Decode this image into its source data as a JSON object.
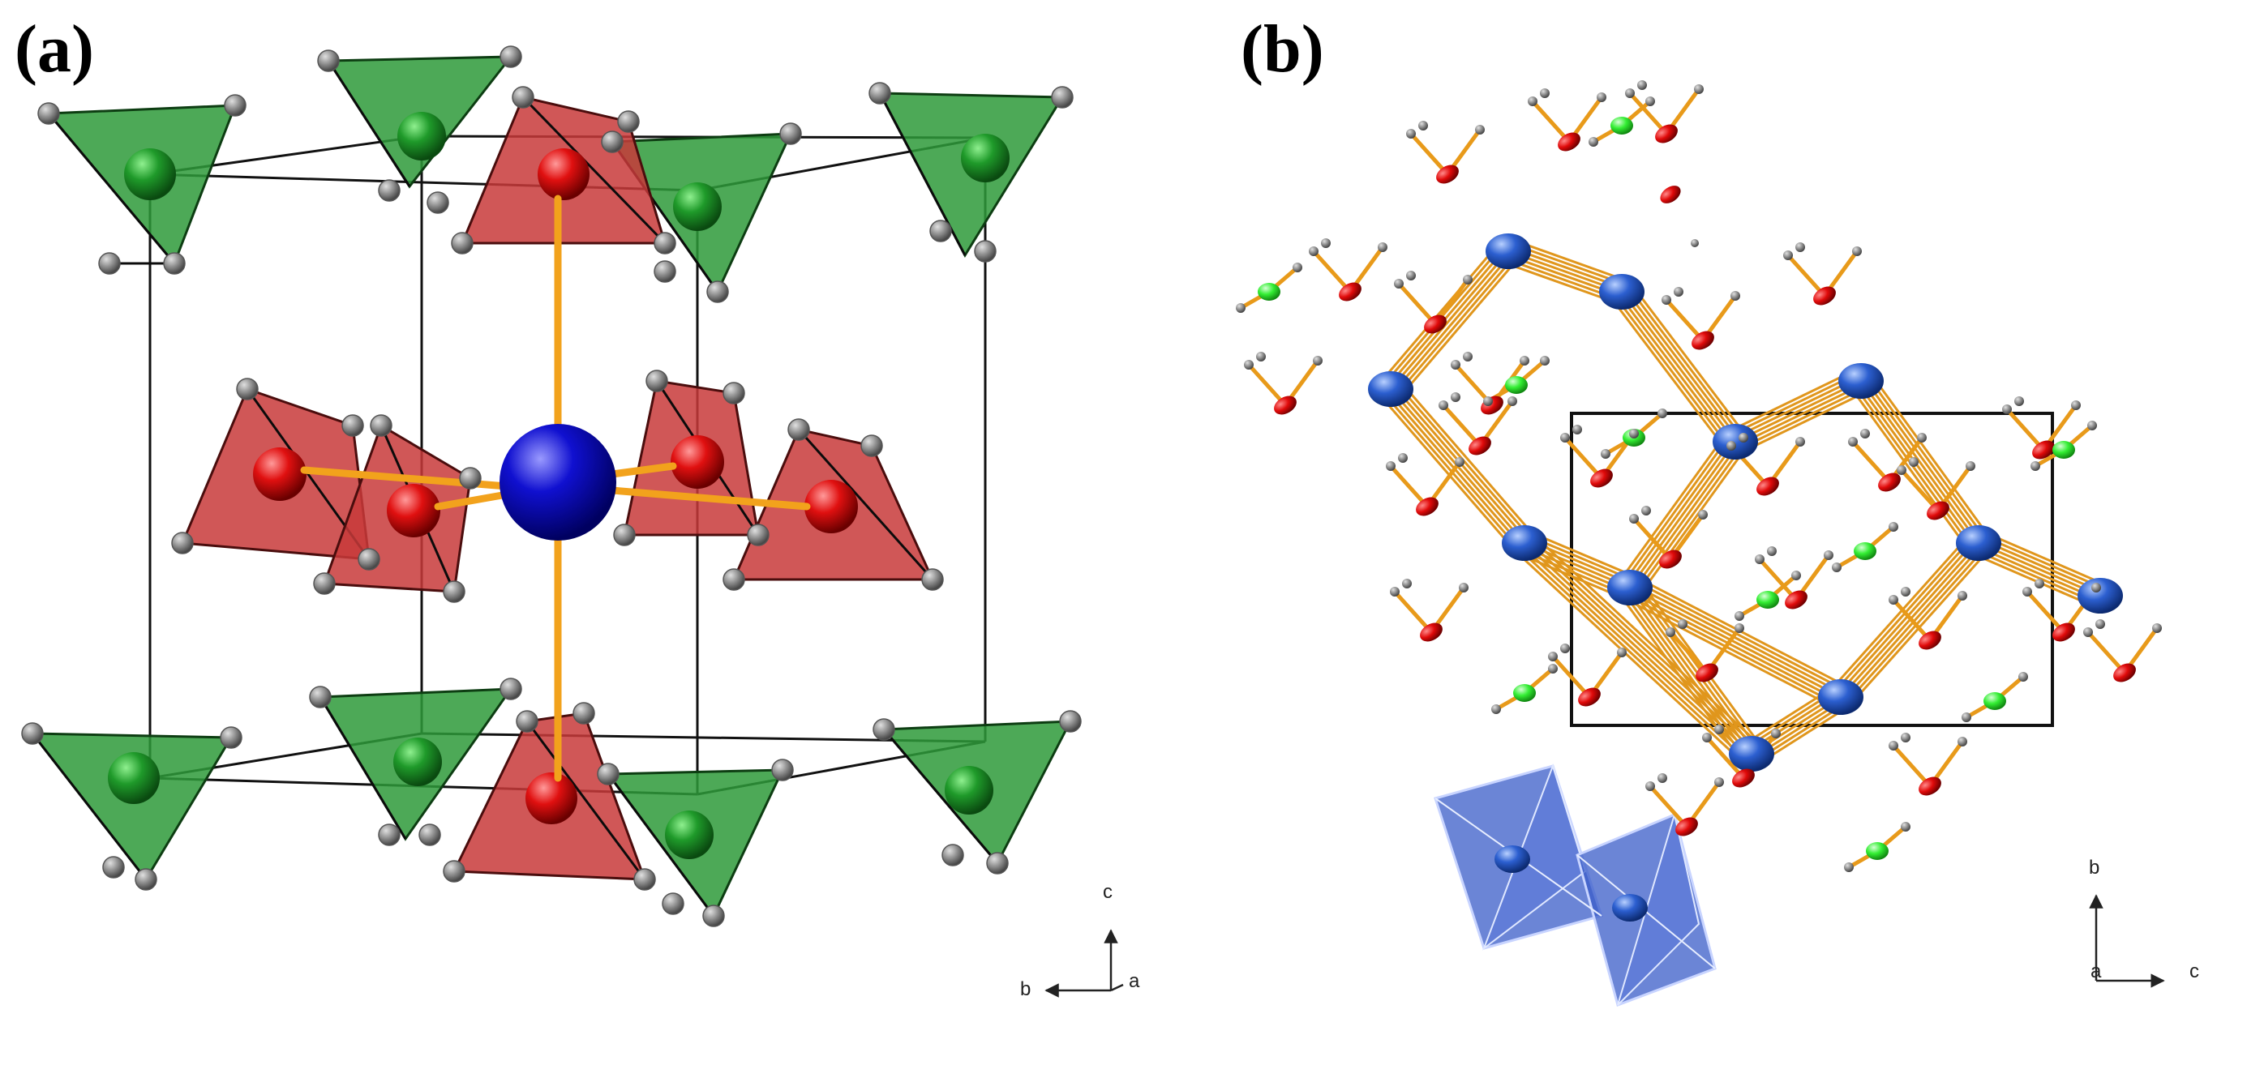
{
  "panels": [
    {
      "id": "a",
      "label": "(a)",
      "axes": {
        "up": "c",
        "left": "b",
        "right": "a"
      }
    },
    {
      "id": "b",
      "label": "(b)",
      "axes": {
        "up": "b",
        "origin": "a",
        "right": "c"
      }
    }
  ],
  "colors": {
    "green_tetrahedron": "#2e9a3a",
    "green_atom": "#1f9a2a",
    "red_tetrahedron": "#c83a3a",
    "red_atom": "#e01010",
    "blue_atom": "#1010d0",
    "blue_atom_b": "#2c5fd0",
    "bond": "#f2a21c",
    "small_atom": "#8a8a8a",
    "bright_green_atom": "#33ee33",
    "blue_polyhedron": "#3a5cc8"
  }
}
